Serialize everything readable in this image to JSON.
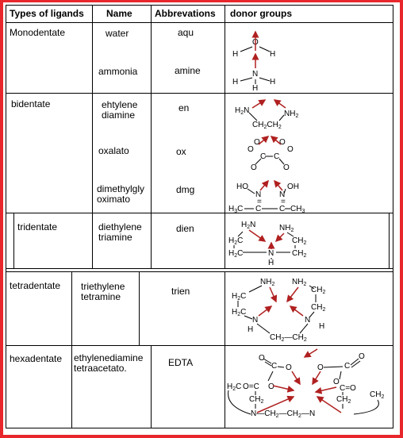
{
  "headers": {
    "types": "Types of ligands",
    "name": "Name",
    "abbr": "Abbrevations",
    "donor": "donor groups"
  },
  "rows": [
    {
      "type": "Monodentate",
      "name": "water",
      "abbr": "aqu"
    },
    {
      "type": "",
      "name": "ammonia",
      "abbr": "amine"
    },
    {
      "type": "bidentate",
      "name_lines": [
        "ehtylene",
        "diamine"
      ],
      "abbr": "en"
    },
    {
      "type": "",
      "name": "oxalato",
      "abbr": "ox"
    },
    {
      "type": "",
      "name_lines": [
        "dimethylgly",
        "oximato"
      ],
      "abbr": "dmg"
    },
    {
      "type": "tridentate",
      "name_lines": [
        "diethylene",
        "triamine"
      ],
      "abbr": "dien"
    },
    {
      "type": "tetradentate",
      "name_lines": [
        "triethylene",
        "tetramine"
      ],
      "abbr": "trien"
    },
    {
      "type": "hexadentate",
      "name_lines": [
        "ethylenediamine",
        "tetraacetato."
      ],
      "abbr": "EDTA"
    }
  ],
  "colors": {
    "border": "#e8272c",
    "arrow": "#b02020",
    "grid": "#000000"
  }
}
